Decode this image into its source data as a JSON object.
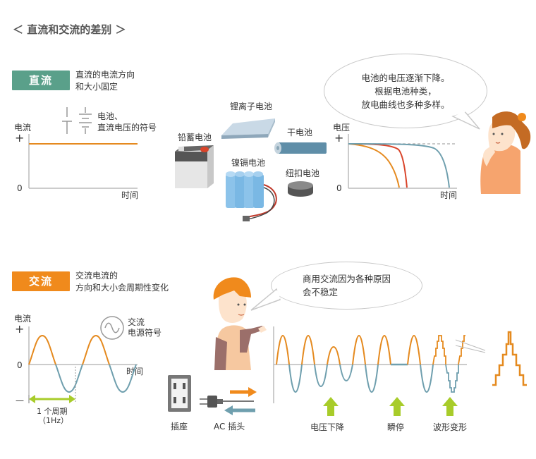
{
  "page_title": "＜ 直流和交流的差别 ＞",
  "dc": {
    "badge": "直流",
    "badge_color": "#5aa08a",
    "desc_line1": "直流的电流方向",
    "desc_line2": "和大小固定",
    "symbol_line1": "电池、",
    "symbol_line2": "直流电压的符号",
    "graph1": {
      "ylabel": "电流",
      "plus": "+",
      "zero": "0",
      "xlabel": "时间"
    },
    "batteries": {
      "lithium": "锂离子电池",
      "lead": "铅蓄电池",
      "dry": "干电池",
      "nicd": "镍镉电池",
      "button": "纽扣电池"
    },
    "graph2": {
      "ylabel": "电压",
      "plus": "+",
      "zero": "0",
      "xlabel": "时间"
    },
    "bubble": [
      "电池的电压逐渐下降。",
      "根据电池种类，",
      "放电曲线也多种多样。"
    ]
  },
  "ac": {
    "badge": "交流",
    "badge_color": "#f08a1c",
    "desc_line1": "交流电流的",
    "desc_line2": "方向和大小会周期性变化",
    "graph1": {
      "ylabel": "电流",
      "plus": "+",
      "zero": "0",
      "minus": "—",
      "xlabel": "时间"
    },
    "symbol_line1": "交流",
    "symbol_line2": "电源符号",
    "period_line1": "1 个周期",
    "period_line2": "（1Hz）",
    "socket": "插座",
    "plug": "AC 插头",
    "bubble": [
      "商用交流因为各种原因",
      "会不稳定"
    ],
    "labels": {
      "drop": "电压下降",
      "outage": "瞬停",
      "distort": "波形变形"
    }
  },
  "colors": {
    "orange": "#e58a1f",
    "blue": "#6f9fae",
    "red": "#d9442a",
    "green": "#a8cc2a",
    "gray": "#999999"
  }
}
